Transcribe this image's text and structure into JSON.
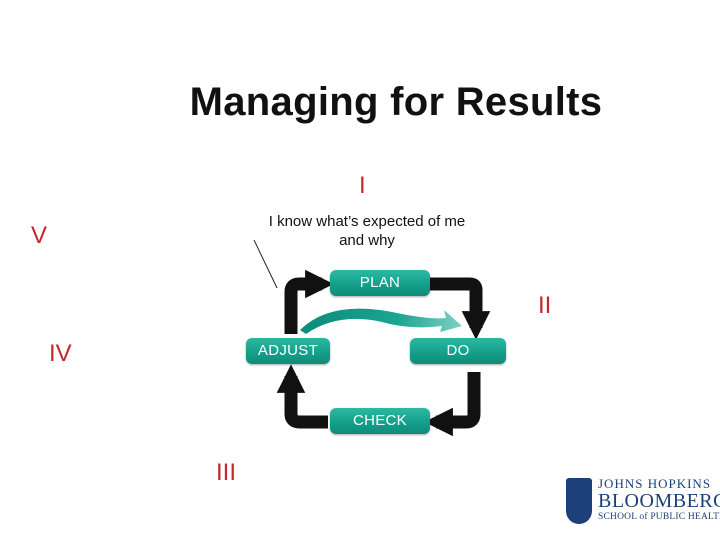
{
  "title": "Managing for Results",
  "markers": {
    "i": "I",
    "ii": "II",
    "iii": "III",
    "iv": "IV",
    "v": "V"
  },
  "callout": "I know what’s expected of me and why",
  "cycle": {
    "plan": "PLAN",
    "do": "DO",
    "check": "CHECK",
    "adjust": "ADJUST"
  },
  "logo": {
    "line1": "JOHNS HOPKINS",
    "line2": "BLOOMBERG",
    "line3": "SCHOOL of PUBLIC HEALTH"
  },
  "colors": {
    "marker_red": "#c0282d",
    "box_teal": "#14a08b",
    "arrow_dark": "#111111",
    "swoosh_teal": "#1a9f8e",
    "logo_blue": "#1d3f7a"
  }
}
